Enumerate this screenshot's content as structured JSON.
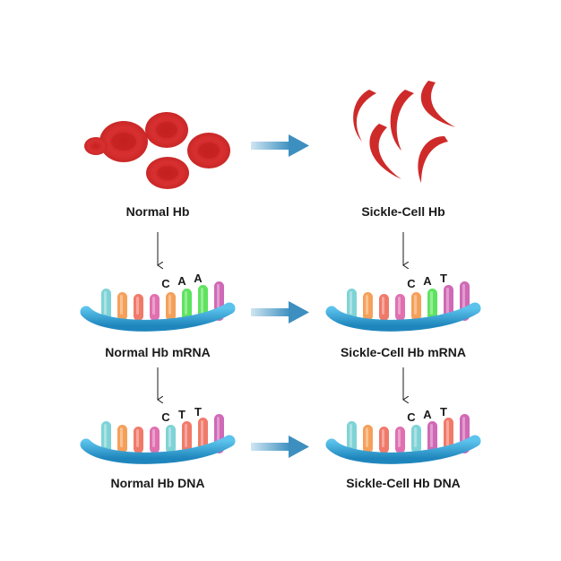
{
  "labels": {
    "normal_hb": "Normal Hb",
    "sickle_hb": "Sickle-Cell Hb",
    "normal_mrna": "Normal Hb mRNA",
    "sickle_mrna": "Sickle-Cell Hb mRNA",
    "normal_dna": "Normal Hb DNA",
    "sickle_dna": "Sickle-Cell Hb DNA"
  },
  "codons": {
    "normal_mrna": [
      "C",
      "A",
      "A"
    ],
    "sickle_mrna": [
      "C",
      "A",
      "T"
    ],
    "normal_dna": [
      "C",
      "T",
      "T"
    ],
    "sickle_dna": [
      "C",
      "A",
      "T"
    ]
  },
  "colors": {
    "cell_red": "#d22b2b",
    "cell_red_dark": "#b71f1f",
    "backbone_blue": "#2f9fd4",
    "arrow_blue": "#4a97c4",
    "base_teal": "#7fd3d6",
    "base_orange": "#f5a05a",
    "base_salmon": "#f07a6a",
    "base_pink": "#e070b0",
    "base_green": "#5fe35f",
    "base_magenta": "#d069b6"
  }
}
